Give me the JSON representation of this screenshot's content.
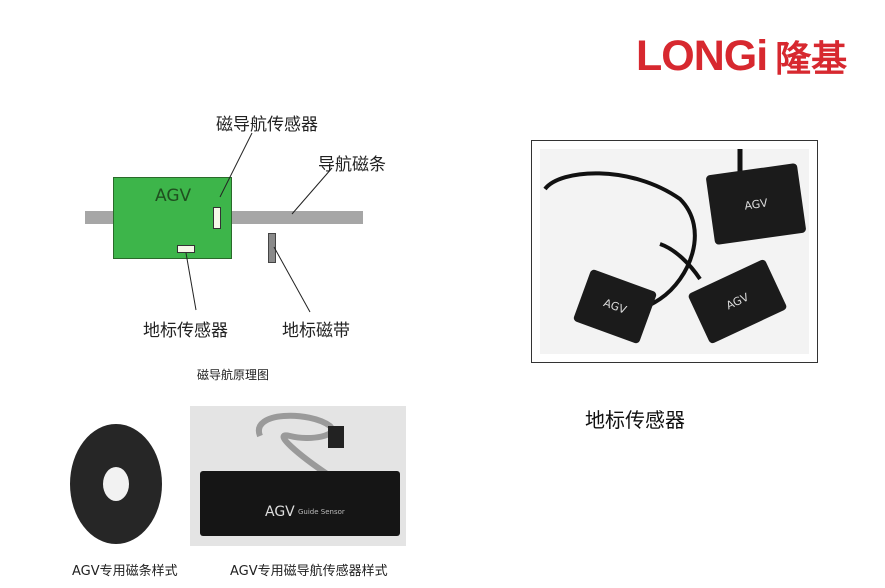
{
  "logo": {
    "text_en": "LONGi",
    "text_cn": "隆基",
    "color": "#d7282f"
  },
  "diagram": {
    "agv_label": "AGV",
    "label_nav_sensor": "磁导航传感器",
    "label_nav_strip": "导航磁条",
    "label_landmark_sensor": "地标传感器",
    "label_landmark_tape": "地标磁带",
    "caption": "磁导航原理图",
    "agv_color": "#3db54a"
  },
  "right_photo": {
    "sensor_brand": "AGV",
    "caption": "地标传感器"
  },
  "bottom": {
    "tape_caption": "AGV专用磁条样式",
    "sensor_caption": "AGV专用磁导航传感器样式",
    "sensor_brand": "AGV",
    "sensor_sub": "Guide Sensor"
  }
}
